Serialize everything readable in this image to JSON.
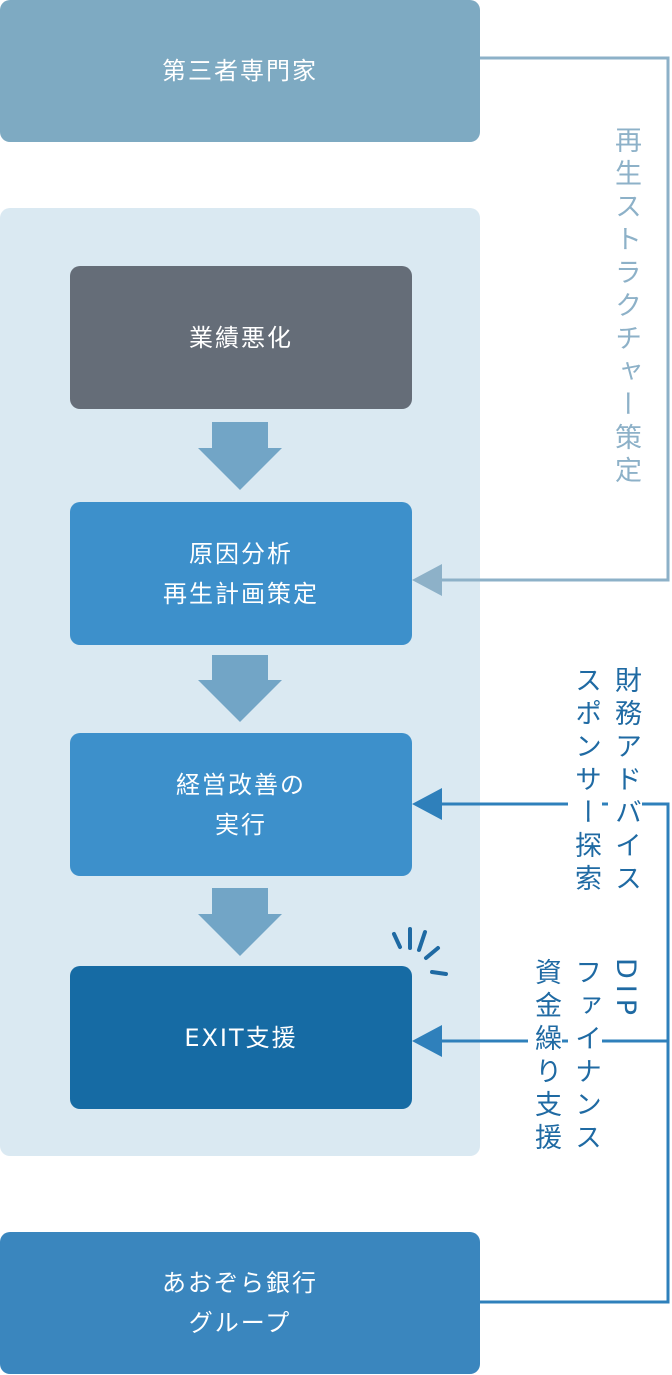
{
  "top_box": {
    "label": "第三者専門家"
  },
  "steps": [
    {
      "lines": [
        "業績悪化"
      ]
    },
    {
      "lines": [
        "原因分析",
        "再生計画策定"
      ]
    },
    {
      "lines": [
        "経営改善の",
        "実行"
      ]
    },
    {
      "lines": [
        "EXIT支援"
      ]
    }
  ],
  "bottom_box": {
    "lines": [
      "あおぞら銀行",
      "グループ"
    ]
  },
  "side_labels": {
    "restructure": "再生ストラクチャー策定",
    "advice": "財務アドバイス",
    "sponsor": "スポンサー探索",
    "dip": "DIP",
    "finance": "ファイナンス",
    "funding": "資金繰り支援"
  },
  "colors": {
    "expert": "#7eaac2",
    "panel": "#dae9f2",
    "deterioration": "#656d78",
    "step": "#3d90cb",
    "exit": "#166ba4",
    "bank": "#3a86be",
    "down_arrow": "#72a5c6",
    "expert_line": "#8db1c8",
    "bank_line": "#2f80bb"
  }
}
